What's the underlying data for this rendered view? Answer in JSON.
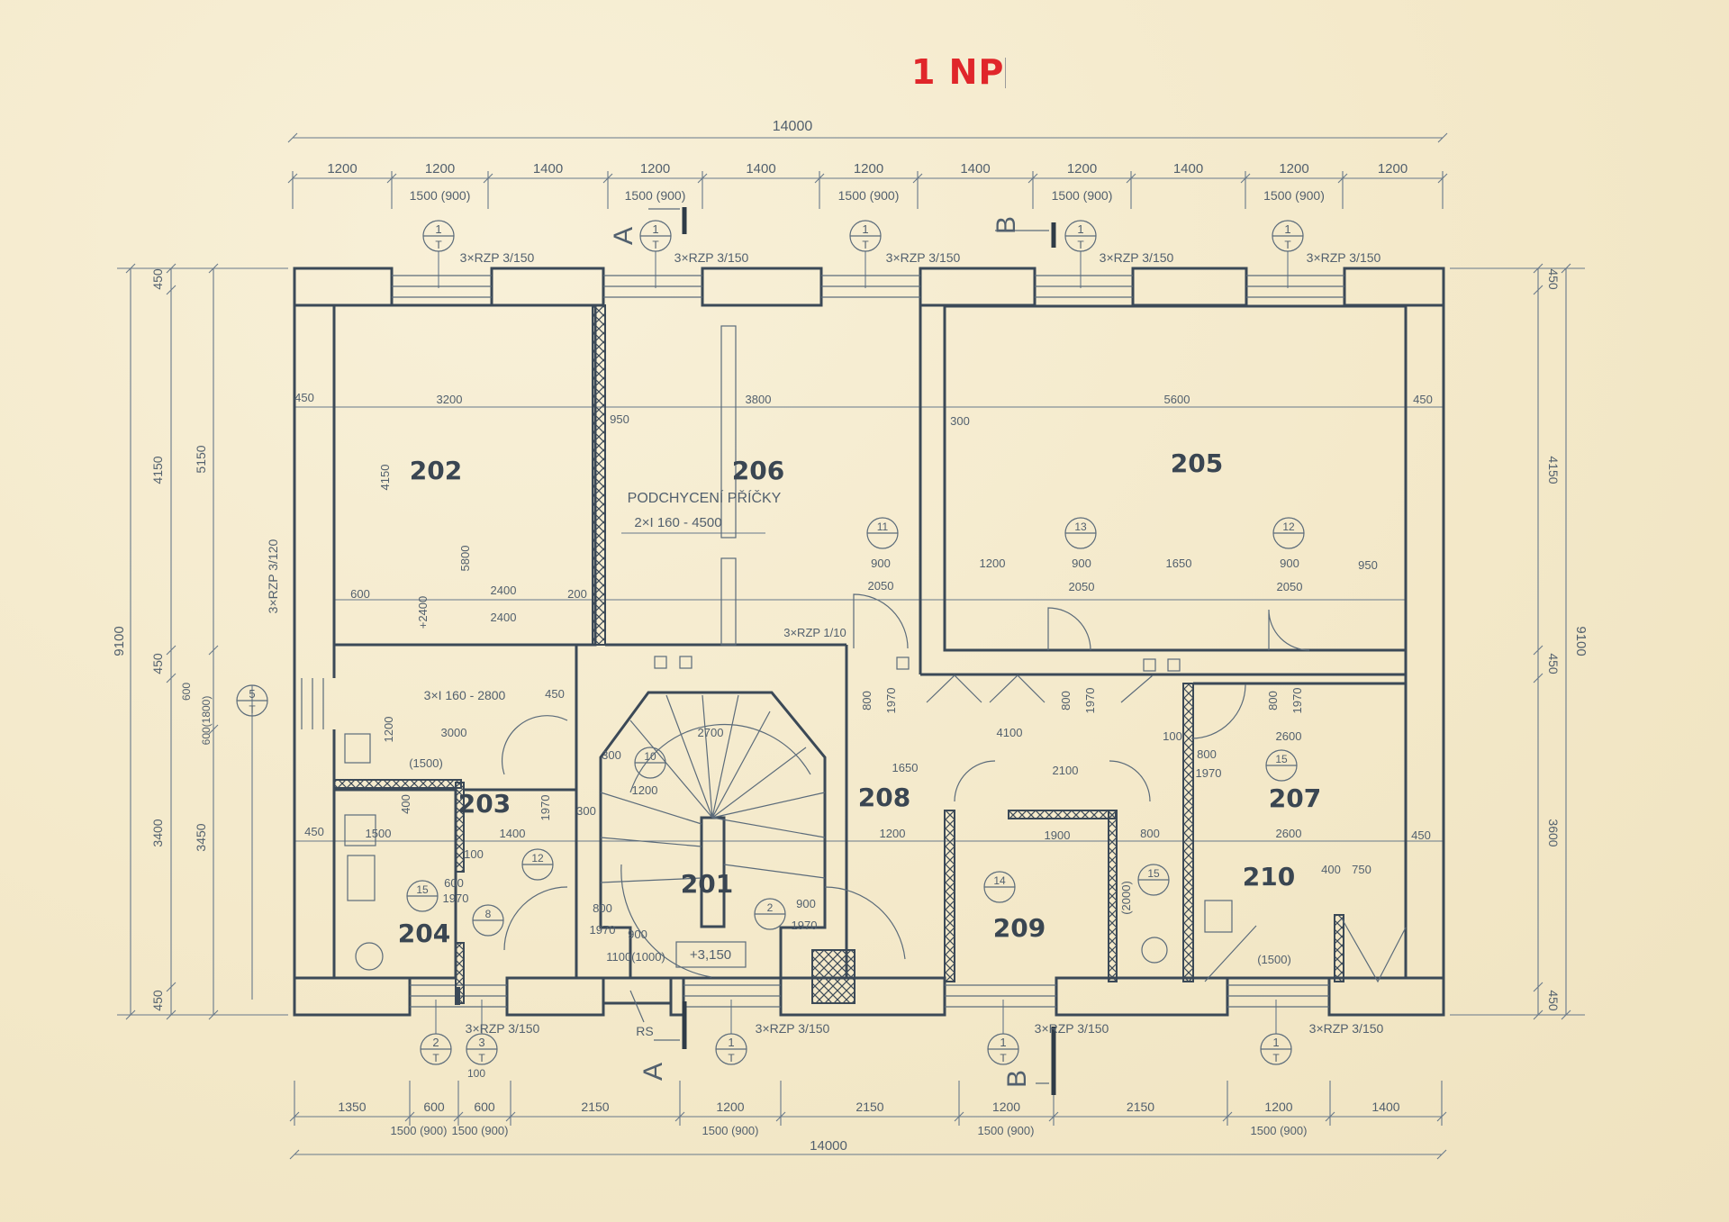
{
  "title": "1 NP",
  "rooms": [
    "202",
    "206",
    "205",
    "203",
    "204",
    "201",
    "208",
    "209",
    "210",
    "207"
  ],
  "dims_top": {
    "overall": "14000",
    "segments": [
      "1200",
      "1200",
      "1400",
      "1200",
      "1400",
      "1200",
      "1400",
      "1200",
      "1400",
      "1200",
      "1200"
    ],
    "windows": [
      "1500 (900)",
      "1500 (900)",
      "1500 (900)",
      "1500 (900)",
      "1500 (900)"
    ]
  },
  "dims_bottom": {
    "overall": "14000",
    "segments": [
      "1350",
      "600",
      "600",
      "2150",
      "1200",
      "2150",
      "1200",
      "2150",
      "1200",
      "1400"
    ],
    "windows": [
      "1500 (900)",
      "1500 (900)",
      "1500 (900)",
      "1500 (900)",
      "1500 (900)"
    ],
    "extra": "100"
  },
  "dims_left": {
    "overall": "9100",
    "segments": [
      "450",
      "4150",
      "450",
      "3400",
      "450"
    ],
    "inner": [
      "5150",
      "600",
      "600(1800)",
      "3450"
    ]
  },
  "dims_right": {
    "overall": "9100",
    "segments": [
      "450",
      "4150",
      "450",
      "3600",
      "450"
    ]
  },
  "window_tags": [
    {
      "num": "1",
      "sub": "T"
    },
    {
      "num": "1",
      "sub": "T"
    },
    {
      "num": "1",
      "sub": "T"
    },
    {
      "num": "1",
      "sub": "T"
    },
    {
      "num": "1",
      "sub": "T"
    },
    {
      "num": "2",
      "sub": "T"
    },
    {
      "num": "3",
      "sub": "T"
    },
    {
      "num": "1",
      "sub": "T"
    },
    {
      "num": "1",
      "sub": "T"
    },
    {
      "num": "1",
      "sub": "T"
    },
    {
      "num": "5",
      "sub": "T"
    }
  ],
  "window_notes": [
    "3×RZP 3/150",
    "3×RZP 3/150",
    "3×RZP 3/150",
    "3×RZP 3/150",
    "3×RZP 3/150",
    "3×RZP 3/150",
    "3×RZP 3/150",
    "3×RZP 3/150",
    "3×RZP 3/150",
    "3×RZP 3/120"
  ],
  "door_tags": [
    "11",
    "13",
    "12",
    "10",
    "12",
    "15",
    "8",
    "2",
    "15",
    "14",
    "15"
  ],
  "section_marks": [
    "A",
    "A",
    "B",
    "B"
  ],
  "notes": [
    "PODCHYCENÍ PŘÍČKY",
    "2×I 160 - 4500",
    "3×I 160 - 2800",
    "3×RZP 1/10",
    "RS",
    "+3,150",
    "1100(1000)"
  ],
  "inner_dims": [
    "450",
    "3200",
    "3800",
    "950",
    "4150",
    "5800",
    "600",
    "+2400",
    "2400",
    "2400",
    "200",
    "900",
    "2050",
    "5600",
    "450",
    "300",
    "1200",
    "900",
    "1650",
    "900",
    "950",
    "2050",
    "2050",
    "450",
    "1200",
    "3000",
    "(1500)",
    "450",
    "1500",
    "1400",
    "100",
    "600",
    "1970",
    "2700",
    "1200",
    "300",
    "300",
    "800",
    "1970",
    "900",
    "900",
    "1970",
    "4100",
    "1650",
    "2100",
    "1200",
    "2600",
    "2600",
    "450",
    "800",
    "1970",
    "100",
    "1900",
    "800",
    "400",
    "750",
    "(1500)",
    "(2000)",
    "400",
    "1970",
    "800",
    "1970",
    "800",
    "1970",
    "800",
    "1970"
  ]
}
